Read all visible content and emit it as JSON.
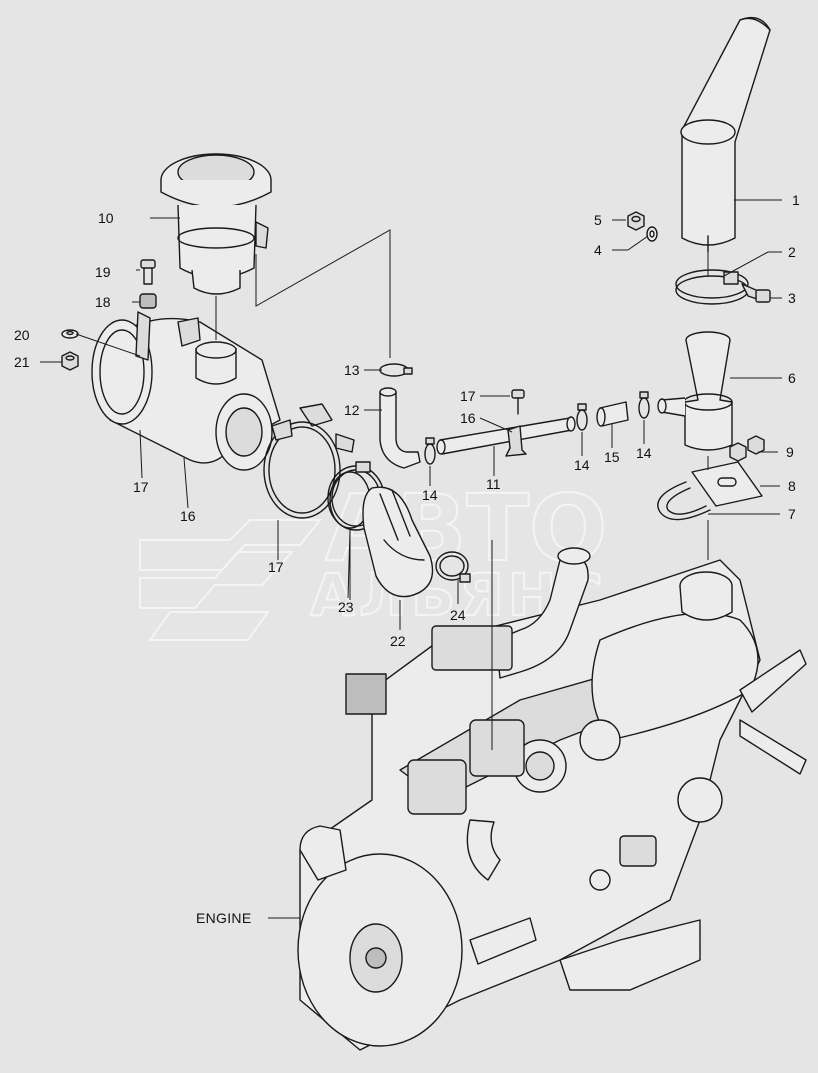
{
  "background": "#e5e5e5",
  "line_color": "#1a1a1a",
  "watermark": {
    "line1": "АВТО",
    "line2": "АЛЬЯНС"
  },
  "callouts": [
    {
      "id": "c1",
      "text": "1"
    },
    {
      "id": "c2",
      "text": "2"
    },
    {
      "id": "c3",
      "text": "3"
    },
    {
      "id": "c4",
      "text": "4"
    },
    {
      "id": "c5",
      "text": "5"
    },
    {
      "id": "c6",
      "text": "6"
    },
    {
      "id": "c7",
      "text": "7"
    },
    {
      "id": "c8",
      "text": "8"
    },
    {
      "id": "c9",
      "text": "9"
    },
    {
      "id": "c10",
      "text": "10"
    },
    {
      "id": "c11",
      "text": "11"
    },
    {
      "id": "c12",
      "text": "12"
    },
    {
      "id": "c13",
      "text": "13"
    },
    {
      "id": "c14a",
      "text": "14"
    },
    {
      "id": "c14b",
      "text": "14"
    },
    {
      "id": "c14c",
      "text": "14"
    },
    {
      "id": "c15",
      "text": "15"
    },
    {
      "id": "c16a",
      "text": "16"
    },
    {
      "id": "c16b",
      "text": "16"
    },
    {
      "id": "c17a",
      "text": "17"
    },
    {
      "id": "c17b",
      "text": "17"
    },
    {
      "id": "c17c",
      "text": "17"
    },
    {
      "id": "c18",
      "text": "18"
    },
    {
      "id": "c19",
      "text": "19"
    },
    {
      "id": "c20",
      "text": "20"
    },
    {
      "id": "c21",
      "text": "21"
    },
    {
      "id": "c22",
      "text": "22"
    },
    {
      "id": "c23",
      "text": "23"
    },
    {
      "id": "c24",
      "text": "24"
    },
    {
      "id": "engine",
      "text": "ENGINE"
    }
  ]
}
